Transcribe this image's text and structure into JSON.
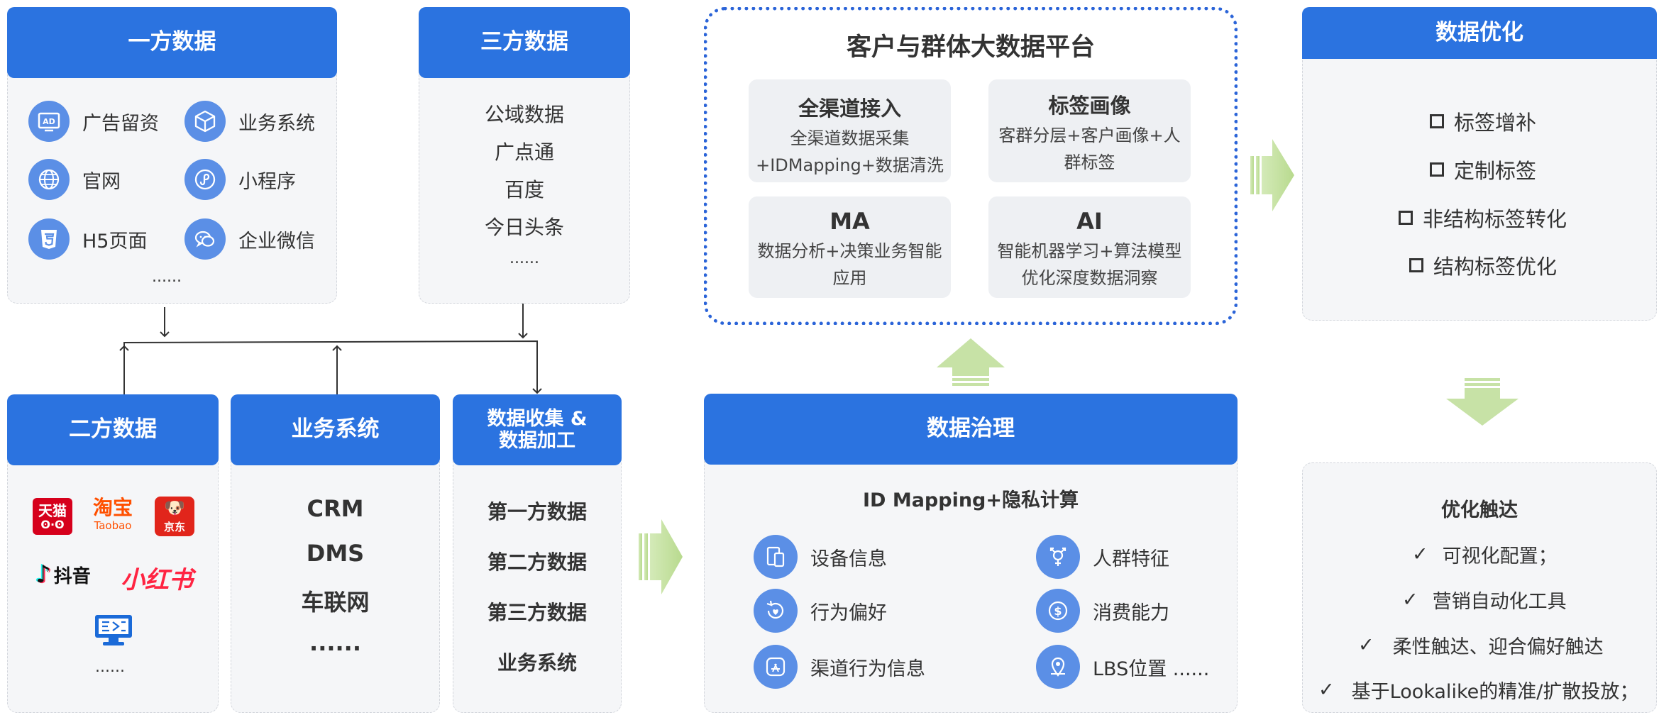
{
  "first_party": {
    "title": "一方数据",
    "items": [
      {
        "icon": "ad-icon",
        "label": "广告留资"
      },
      {
        "icon": "box-icon",
        "label": "业务系统"
      },
      {
        "icon": "globe-icon",
        "label": "官网"
      },
      {
        "icon": "mini-program-icon",
        "label": "小程序"
      },
      {
        "icon": "html5-icon",
        "label": "H5页面"
      },
      {
        "icon": "wechat-work-icon",
        "label": "企业微信"
      }
    ],
    "more": "......"
  },
  "third_party": {
    "title": "三方数据",
    "items": [
      "公域数据",
      "广点通",
      "百度",
      "今日头条",
      "......"
    ]
  },
  "second_party": {
    "title": "二方数据",
    "logos": [
      {
        "icon": "tmall-logo-icon",
        "text": "天猫"
      },
      {
        "icon": "taobao-logo-icon",
        "text": "淘宝",
        "sub": "Taobao"
      },
      {
        "icon": "jd-logo-icon",
        "text": "京东"
      },
      {
        "icon": "douyin-logo-icon",
        "text": "抖音"
      },
      {
        "icon": "xiaohongshu-logo-icon",
        "text": "小红书"
      },
      {
        "icon": "computer-icon",
        "text": ""
      }
    ],
    "more": "......"
  },
  "business_system": {
    "title": "业务系统",
    "items": [
      "CRM",
      "DMS",
      "车联网",
      "......"
    ]
  },
  "collection": {
    "title_line1": "数据收集 &",
    "title_line2": "数据加工",
    "items": [
      "第一方数据",
      "第二方数据",
      "第三方数据",
      "业务系统"
    ]
  },
  "platform": {
    "title": "客户与群体大数据平台",
    "cards": [
      {
        "title": "全渠道接入",
        "line1": "全渠道数据采集",
        "line2": "+IDMapping+数据清洗"
      },
      {
        "title": "标签画像",
        "line1": "客群分层+客户画像+人",
        "line2": "群标签"
      },
      {
        "title": "MA",
        "line1": "数据分析+决策业务智能",
        "line2": "应用"
      },
      {
        "title": "AI",
        "line1": "智能机器学习+算法模型",
        "line2": "优化深度数据洞察"
      }
    ]
  },
  "governance": {
    "title": "数据治理",
    "subtitle": "ID Mapping+隐私计算",
    "items": [
      {
        "icon": "device-icon",
        "label": "设备信息"
      },
      {
        "icon": "gender-icon",
        "label": "人群特征"
      },
      {
        "icon": "heart-refresh-icon",
        "label": "行为偏好"
      },
      {
        "icon": "money-icon",
        "label": "消费能力"
      },
      {
        "icon": "app-store-icon",
        "label": "渠道行为信息"
      },
      {
        "icon": "location-icon",
        "label": "LBS位置 ......"
      }
    ]
  },
  "optimization": {
    "title": "数据优化",
    "items": [
      "标签增补",
      "定制标签",
      "非结构标签转化",
      "结构标签优化"
    ]
  },
  "reach": {
    "title": "优化触达",
    "check": "✓",
    "items": [
      "可视化配置；",
      "营销自动化工具",
      "柔性触达、迎合偏好触达",
      "基于Lookalike的精准/扩散投放；"
    ]
  },
  "colors": {
    "header_blue": "#2b73e0",
    "icon_blue": "#5b8fe6",
    "arrow_green": "#c7e2a6",
    "platform_border": "#2b64d8"
  }
}
